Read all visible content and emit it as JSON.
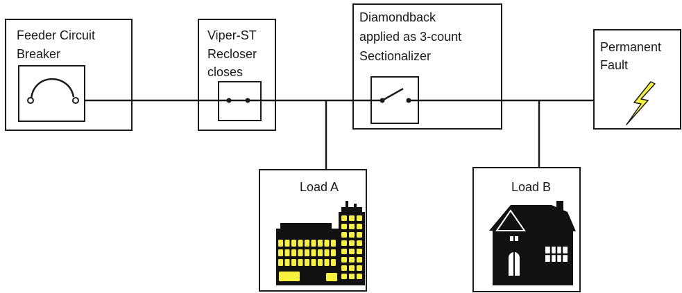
{
  "colors": {
    "window_yellow": "#f7f03c",
    "bolt_yellow": "#f7f03c",
    "line": "#1a1a1a"
  },
  "feeder_breaker": {
    "line1": "Feeder Circuit",
    "line2": "Breaker",
    "icon": "breaker-switch-icon"
  },
  "recloser": {
    "line1": "Viper-ST",
    "line2": "Recloser",
    "line3": "closes",
    "icon": "closed-switch-icon"
  },
  "sectionalizer": {
    "line1": "Diamondback",
    "line2": "applied as 3-count",
    "line3": "Sectionalizer",
    "icon": "open-switch-icon"
  },
  "fault": {
    "line1": "Permanent",
    "line2": "Fault",
    "icon": "lightning-bolt-icon"
  },
  "load_a": {
    "label": "Load A",
    "icon": "office-building-icon"
  },
  "load_b": {
    "label": "Load B",
    "icon": "house-icon"
  }
}
